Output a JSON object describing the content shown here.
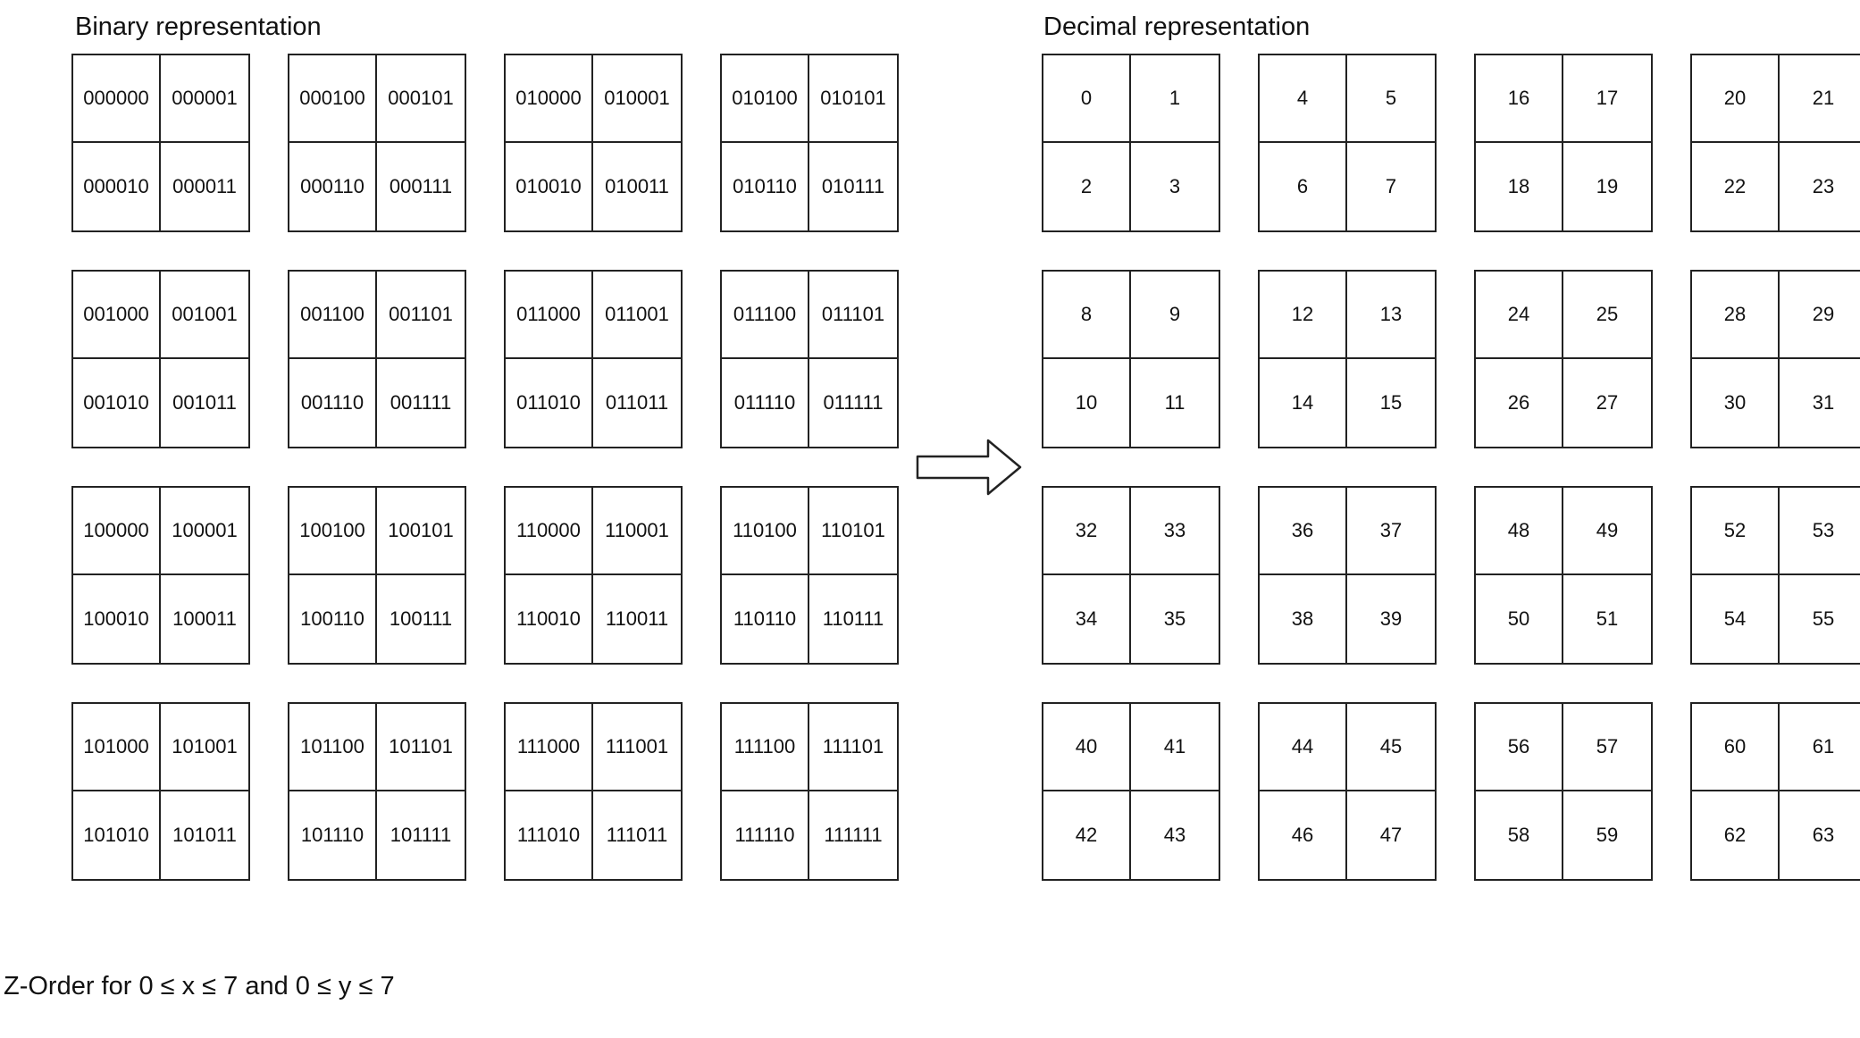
{
  "titles": {
    "binary": "Binary representation",
    "decimal": "Decimal representation",
    "caption": "Z-Order for 0 ≤ x ≤ 7 and 0 ≤ y ≤ 7"
  },
  "binary_blocks": [
    [
      "000000",
      "000001",
      "000010",
      "000011"
    ],
    [
      "000100",
      "000101",
      "000110",
      "000111"
    ],
    [
      "010000",
      "010001",
      "010010",
      "010011"
    ],
    [
      "010100",
      "010101",
      "010110",
      "010111"
    ],
    [
      "001000",
      "001001",
      "001010",
      "001011"
    ],
    [
      "001100",
      "001101",
      "001110",
      "001111"
    ],
    [
      "011000",
      "011001",
      "011010",
      "011011"
    ],
    [
      "011100",
      "011101",
      "011110",
      "011111"
    ],
    [
      "100000",
      "100001",
      "100010",
      "100011"
    ],
    [
      "100100",
      "100101",
      "100110",
      "100111"
    ],
    [
      "110000",
      "110001",
      "110010",
      "110011"
    ],
    [
      "110100",
      "110101",
      "110110",
      "110111"
    ],
    [
      "101000",
      "101001",
      "101010",
      "101011"
    ],
    [
      "101100",
      "101101",
      "101110",
      "101111"
    ],
    [
      "111000",
      "111001",
      "111010",
      "111011"
    ],
    [
      "111100",
      "111101",
      "111110",
      "111111"
    ]
  ],
  "decimal_blocks": [
    [
      "0",
      "1",
      "2",
      "3"
    ],
    [
      "4",
      "5",
      "6",
      "7"
    ],
    [
      "16",
      "17",
      "18",
      "19"
    ],
    [
      "20",
      "21",
      "22",
      "23"
    ],
    [
      "8",
      "9",
      "10",
      "11"
    ],
    [
      "12",
      "13",
      "14",
      "15"
    ],
    [
      "24",
      "25",
      "26",
      "27"
    ],
    [
      "28",
      "29",
      "30",
      "31"
    ],
    [
      "32",
      "33",
      "34",
      "35"
    ],
    [
      "36",
      "37",
      "38",
      "39"
    ],
    [
      "48",
      "49",
      "50",
      "51"
    ],
    [
      "52",
      "53",
      "54",
      "55"
    ],
    [
      "40",
      "41",
      "42",
      "43"
    ],
    [
      "44",
      "45",
      "46",
      "47"
    ],
    [
      "56",
      "57",
      "58",
      "59"
    ],
    [
      "60",
      "61",
      "62",
      "63"
    ]
  ],
  "arrow_icon": "right-arrow-icon"
}
